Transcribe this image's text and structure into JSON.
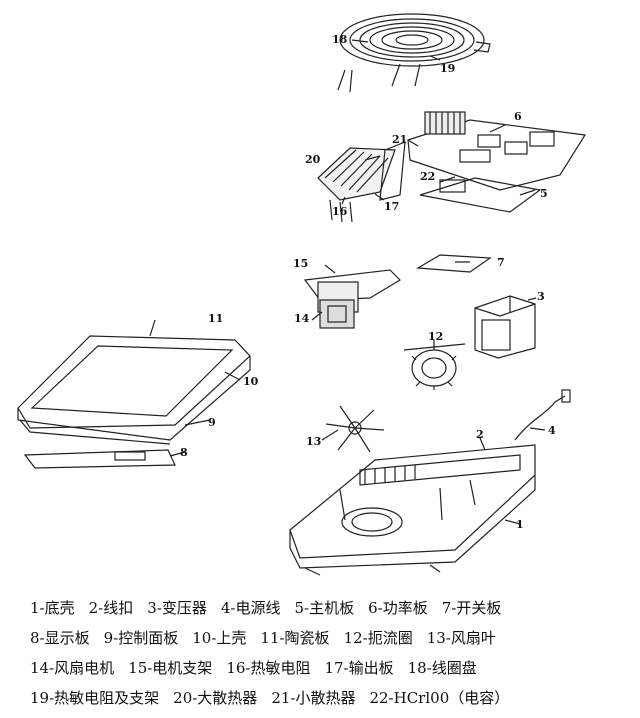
{
  "callouts": [
    "1",
    "2",
    "3",
    "4",
    "5",
    "6",
    "7",
    "8",
    "9",
    "10",
    "11",
    "12",
    "13",
    "14",
    "15",
    "16",
    "17",
    "18",
    "19",
    "20",
    "21",
    "22"
  ],
  "legend": [
    [
      "1-底壳",
      "2-线扣",
      "3-变压器",
      "4-电源线",
      "5-主机板",
      "6-功率板",
      "7-开关板"
    ],
    [
      "8-显示板",
      "9-控制面板",
      "10-上壳",
      "11-陶瓷板",
      "12-扼流圈",
      "13-风扇叶"
    ],
    [
      "14-风扇电机",
      "15-电机支架",
      "16-热敏电阻",
      "17-输出板",
      "18-线圈盘"
    ],
    [
      "19-热敏电阻及支架",
      "20-大散热器",
      "21-小散热器",
      "22-HCrl00（电容）"
    ]
  ]
}
